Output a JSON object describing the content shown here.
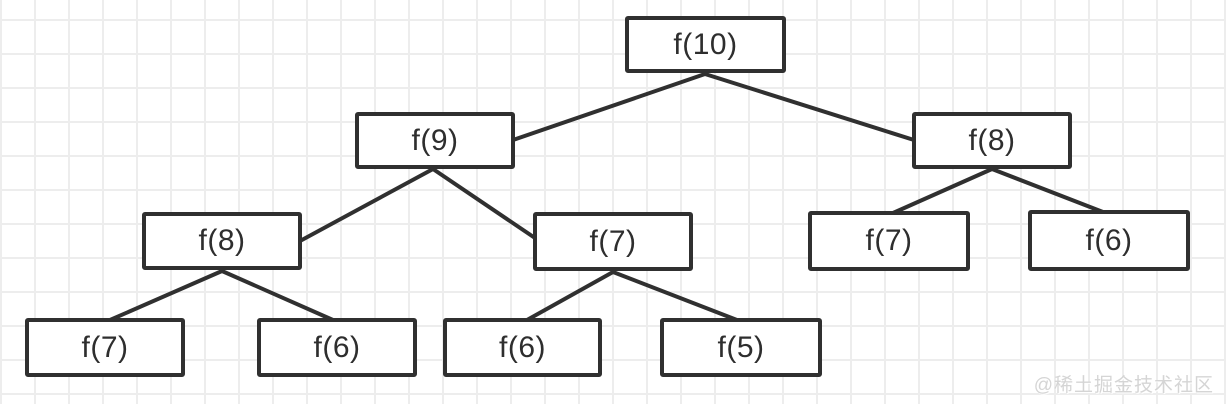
{
  "watermark": {
    "text": "@稀土掘金技术社区"
  },
  "colors": {
    "stroke": "#303030",
    "grid_line": "#ededed",
    "canvas_background": "#ffffff",
    "node_fill": "#ffffff",
    "watermark_text": "#d5d5d5"
  },
  "diagram": {
    "type": "tree",
    "nodes": [
      {
        "id": "f10",
        "label": "f(10)",
        "level": 1
      },
      {
        "id": "f9",
        "label": "f(9)",
        "level": 2
      },
      {
        "id": "f8-r",
        "label": "f(8)",
        "level": 2
      },
      {
        "id": "f8-l",
        "label": "f(8)",
        "level": 3
      },
      {
        "id": "f7-m",
        "label": "f(7)",
        "level": 3
      },
      {
        "id": "f7-r",
        "label": "f(7)",
        "level": 3
      },
      {
        "id": "f6-r",
        "label": "f(6)",
        "level": 3
      },
      {
        "id": "f7-b",
        "label": "f(7)",
        "level": 4
      },
      {
        "id": "f6-b1",
        "label": "f(6)",
        "level": 4
      },
      {
        "id": "f6-b2",
        "label": "f(6)",
        "level": 4
      },
      {
        "id": "f5-b",
        "label": "f(5)",
        "level": 4
      }
    ],
    "edges": [
      [
        "f10",
        "f9"
      ],
      [
        "f10",
        "f8-r"
      ],
      [
        "f9",
        "f8-l"
      ],
      [
        "f9",
        "f7-m"
      ],
      [
        "f8-l",
        "f7-b"
      ],
      [
        "f8-l",
        "f6-b1"
      ],
      [
        "f7-m",
        "f6-b2"
      ],
      [
        "f7-m",
        "f5-b"
      ],
      [
        "f8-r",
        "f7-r"
      ],
      [
        "f8-r",
        "f6-r"
      ]
    ]
  }
}
